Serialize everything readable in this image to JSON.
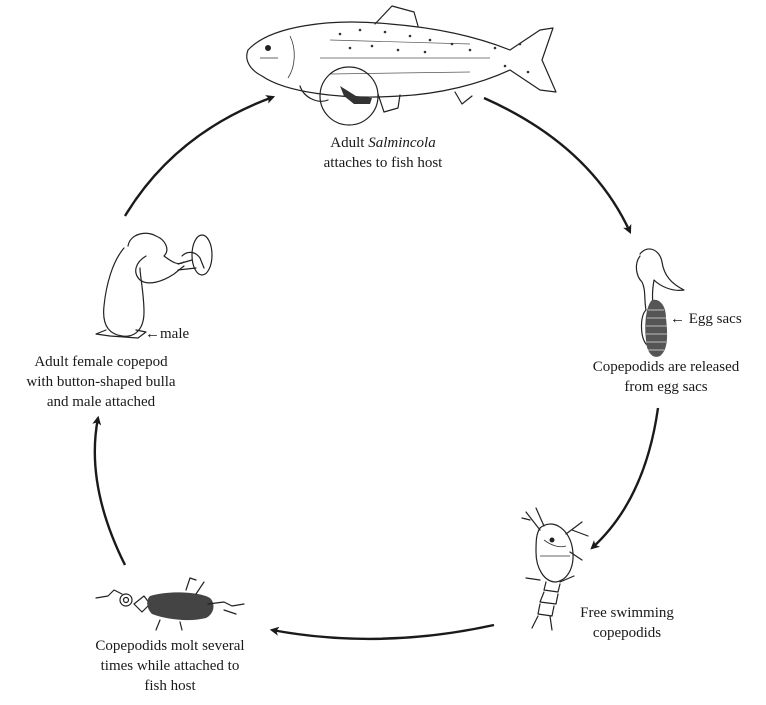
{
  "stages": {
    "adult_attach": {
      "line1_prefix": "Adult ",
      "line1_italic": "Salmincola",
      "line2": "attaches to fish host"
    },
    "egg_sacs_pointer": "← Egg sacs",
    "release": {
      "line1": "Copepodids are released",
      "line2": "from egg sacs"
    },
    "free_swimming": {
      "line1": "Free swimming",
      "line2": "copepodids"
    },
    "molt": {
      "line1": "Copepodids molt several",
      "line2": "times while attached to",
      "line3": "fish host"
    },
    "male_pointer": "←male",
    "adult_female": {
      "line1": "Adult female copepod",
      "line2": "with button-shaped bulla",
      "line3": "and male attached"
    }
  },
  "icons": [
    "trout-fish",
    "egg-sac-copepod",
    "free-swimming-copepodid",
    "attached-copepodid",
    "adult-female-copepod"
  ],
  "colors": {
    "ink": "#1a1a1a",
    "background": "#ffffff"
  }
}
